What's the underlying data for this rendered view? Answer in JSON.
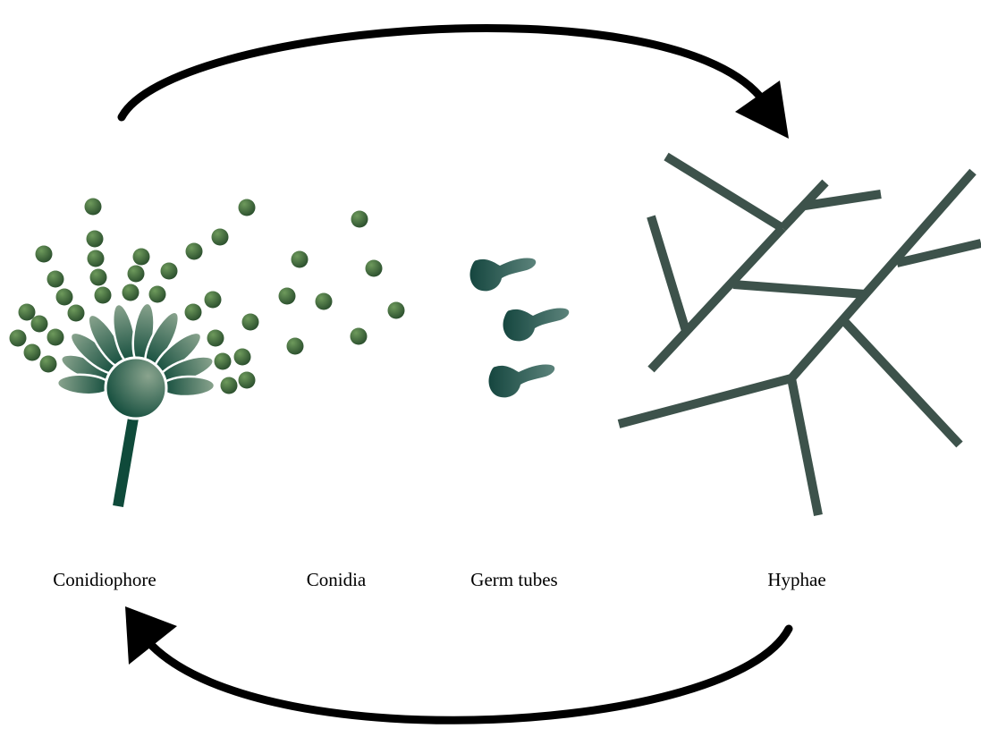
{
  "diagram": {
    "stages": [
      {
        "id": "conidiophore",
        "label": "Conidiophore"
      },
      {
        "id": "conidia",
        "label": "Conidia"
      },
      {
        "id": "germ-tubes",
        "label": "Germ tubes"
      },
      {
        "id": "hyphae",
        "label": "Hyphae"
      }
    ],
    "colors": {
      "hyphae": "#3d524b",
      "stalk": "#0f4a3a",
      "spore_light": "#6e9a5c",
      "spore_dark": "#2a4e2d",
      "germ_light": "#3e6a63",
      "germ_dark": "#15463f",
      "head_light": "#8aa48e",
      "head_dark": "#0f4a3a",
      "arrow": "#000000"
    }
  }
}
